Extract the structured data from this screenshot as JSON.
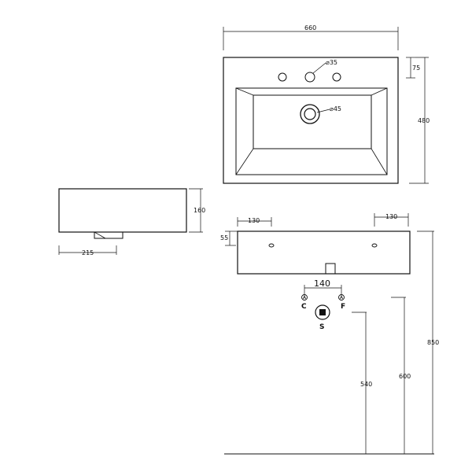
{
  "dimensions": {
    "width_top": "660",
    "tap_hole_diameter": "⌀35",
    "waste_diameter": "⌀45",
    "tap_deck_depth": "75",
    "depth_top": "480",
    "basin_height": "160",
    "waste_offset": "215",
    "hanger_spacing_left": "130",
    "hanger_spacing_right": "130",
    "hanger_height": "55",
    "supply_spacing": "140",
    "height_540": "540",
    "height_600": "600",
    "height_850": "850"
  },
  "connections": {
    "cold": "C",
    "hot": "F",
    "waste": "S"
  }
}
